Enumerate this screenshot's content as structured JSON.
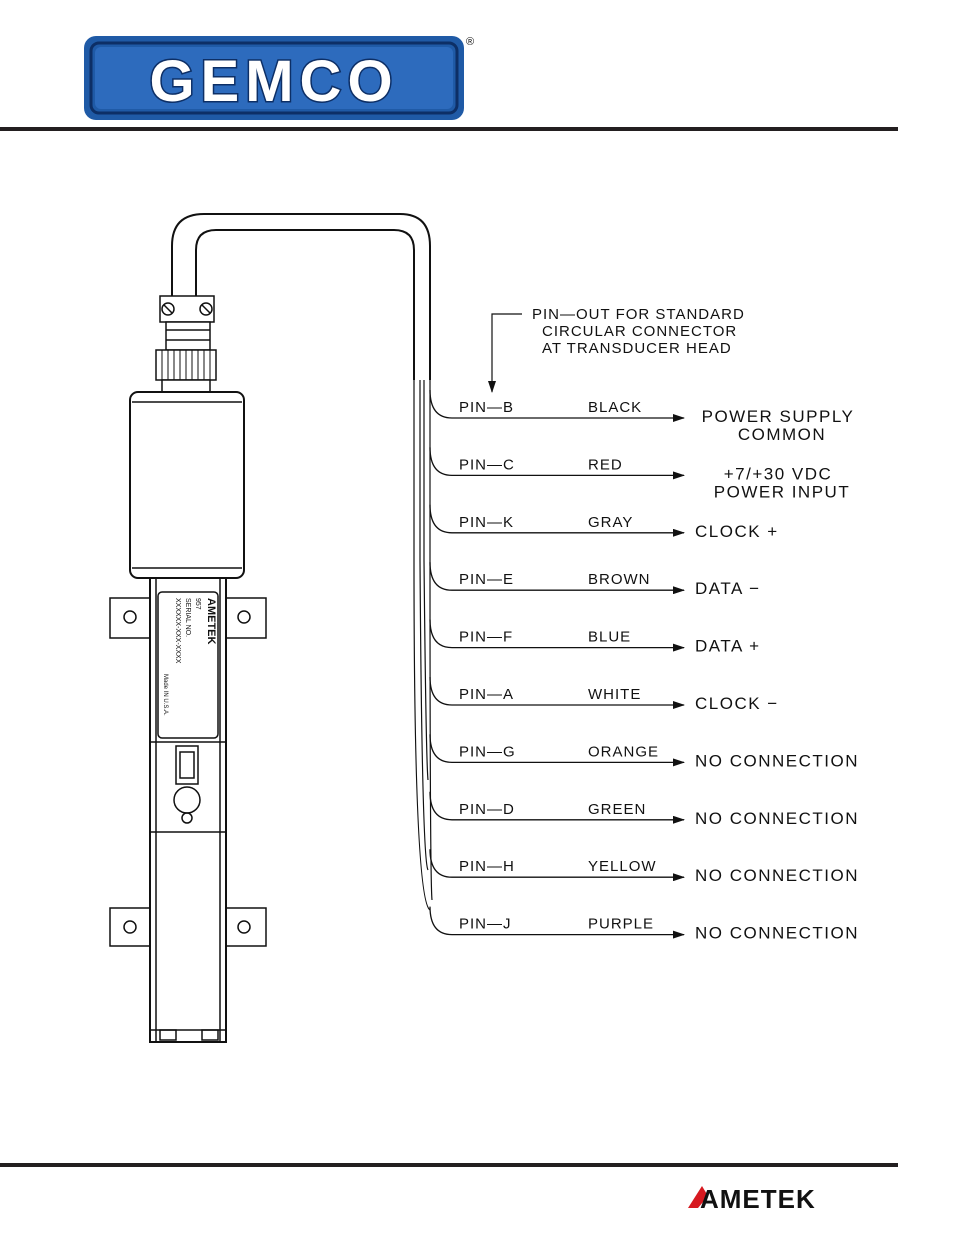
{
  "brand": {
    "logo_text": "GEMCO",
    "registered_mark": "®",
    "footer_logo_text": "AMETEK"
  },
  "callout": {
    "lines": [
      "PIN—OUT FOR STANDARD",
      "CIRCULAR CONNECTOR",
      "AT TRANSDUCER HEAD"
    ]
  },
  "pins": [
    {
      "pin": "PIN—B",
      "color": "BLACK",
      "signal": [
        "POWER SUPPLY",
        "COMMON"
      ]
    },
    {
      "pin": "PIN—C",
      "color": "RED",
      "signal": [
        "+7/+30 VDC",
        "POWER INPUT"
      ]
    },
    {
      "pin": "PIN—K",
      "color": "GRAY",
      "signal": [
        "CLOCK +"
      ]
    },
    {
      "pin": "PIN—E",
      "color": "BROWN",
      "signal": [
        "DATA −"
      ]
    },
    {
      "pin": "PIN—F",
      "color": "BLUE",
      "signal": [
        "DATA +"
      ]
    },
    {
      "pin": "PIN—A",
      "color": "WHITE",
      "signal": [
        "CLOCK −"
      ]
    },
    {
      "pin": "PIN—G",
      "color": "ORANGE",
      "signal": [
        "NO CONNECTION"
      ]
    },
    {
      "pin": "PIN—D",
      "color": "GREEN",
      "signal": [
        "NO CONNECTION"
      ]
    },
    {
      "pin": "PIN—H",
      "color": "YELLOW",
      "signal": [
        "NO CONNECTION"
      ]
    },
    {
      "pin": "PIN—J",
      "color": "PURPLE",
      "signal": [
        "NO CONNECTION"
      ]
    }
  ],
  "label_plate": {
    "brand": "AMETEK",
    "model": "957",
    "serial_label": "SERIAL NO.",
    "serial_value": "XXXXXX-XXX-XXXX",
    "made_in": "Made IN U.S.A."
  },
  "colors": {
    "logo_blue": "#1f5aa6",
    "logo_dark": "#0d2f66",
    "ink": "#111111",
    "footer_red": "#d71920"
  }
}
